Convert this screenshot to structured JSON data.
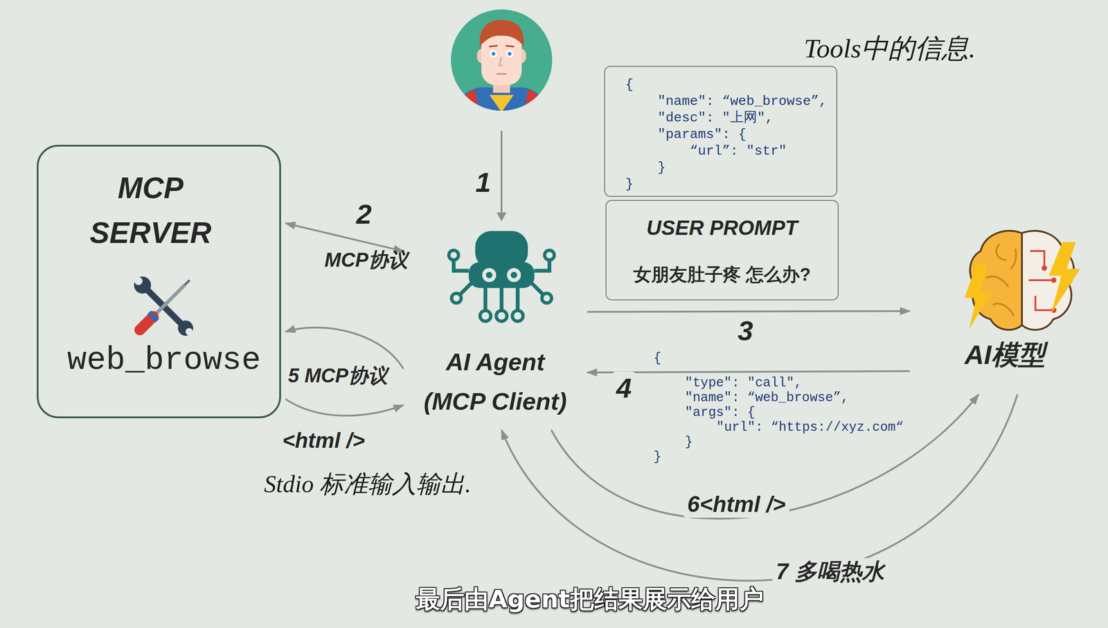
{
  "diagram": {
    "caption": "最后由Agent把结果展示给用户",
    "nodes": [
      {
        "text": [
          "{",
          "\"name\": “web_browse”,",
          "\"desc\": \"上网\",",
          "\"params\": {",
          "“url”: \"str\"",
          "}",
          "}"
        ]
      },
      {
        "text": [
          "MCP SERVER",
          "web_browse"
        ]
      },
      {
        "text": [
          "USER PROMPT",
          "女朋友肚子疼 怎么办?"
        ]
      },
      {
        "text": [
          "AI Agent (MCP Client)"
        ]
      },
      {
        "text": [
          "AI模型"
        ]
      }
    ],
    "edges": [
      {
        "from": 1,
        "to": 3,
        "arrow": "both",
        "label": "2"
      },
      {
        "from": 3,
        "to": 4,
        "arrow": "to",
        "label": "3"
      },
      {
        "from": 4,
        "to": 3,
        "arrow": "to",
        "label": "4"
      },
      {
        "from": 3,
        "to": 1,
        "arrow": "to",
        "label": "5 MCP协议"
      },
      {
        "from": 1,
        "to": 3,
        "arrow": "to",
        "label": "<html />"
      },
      {
        "from": 3,
        "to": 4,
        "arrow": "to",
        "label": "6<html />"
      },
      {
        "from": 4,
        "to": 3,
        "arrow": "to",
        "label": "7 多喝热水"
      }
    ],
    "labels": [
      "Tools中的信息.",
      "1",
      "MCP协议",
      "{",
      "\"type\": \"call\",",
      "\"name\": “web_browse”,",
      "\"args\": {",
      "\"url\": “https://xyz.com“",
      "}",
      "}",
      "Stdio 标准输入输出."
    ]
  }
}
